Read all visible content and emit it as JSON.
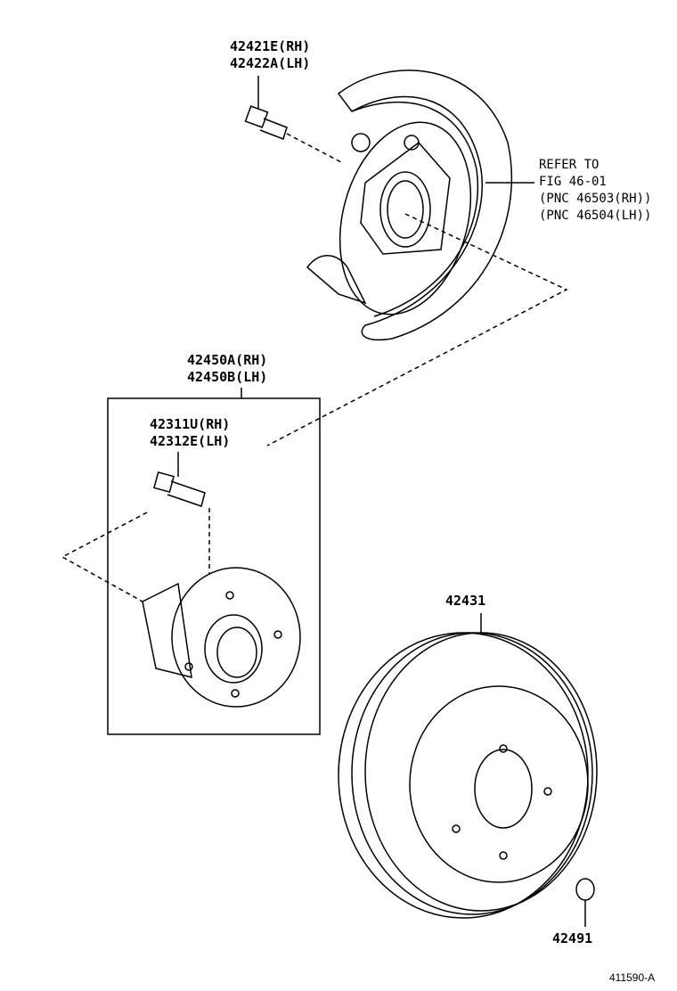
{
  "parts": {
    "bolt_upper": {
      "lines": [
        "42421E(RH)",
        "42422A(LH)"
      ]
    },
    "backing_plate_ref": {
      "lines": [
        "REFER TO",
        "FIG 46-01",
        "(PNC 46503(RH))",
        "(PNC 46504(LH))"
      ]
    },
    "hub_assembly": {
      "lines": [
        "42450A(RH)",
        "42450B(LH)"
      ]
    },
    "hub_bolt": {
      "lines": [
        "42311U(RH)",
        "42312E(LH)"
      ]
    },
    "disc": {
      "label": "42431"
    },
    "plug": {
      "label": "42491"
    }
  },
  "figure_code": "411590-A"
}
